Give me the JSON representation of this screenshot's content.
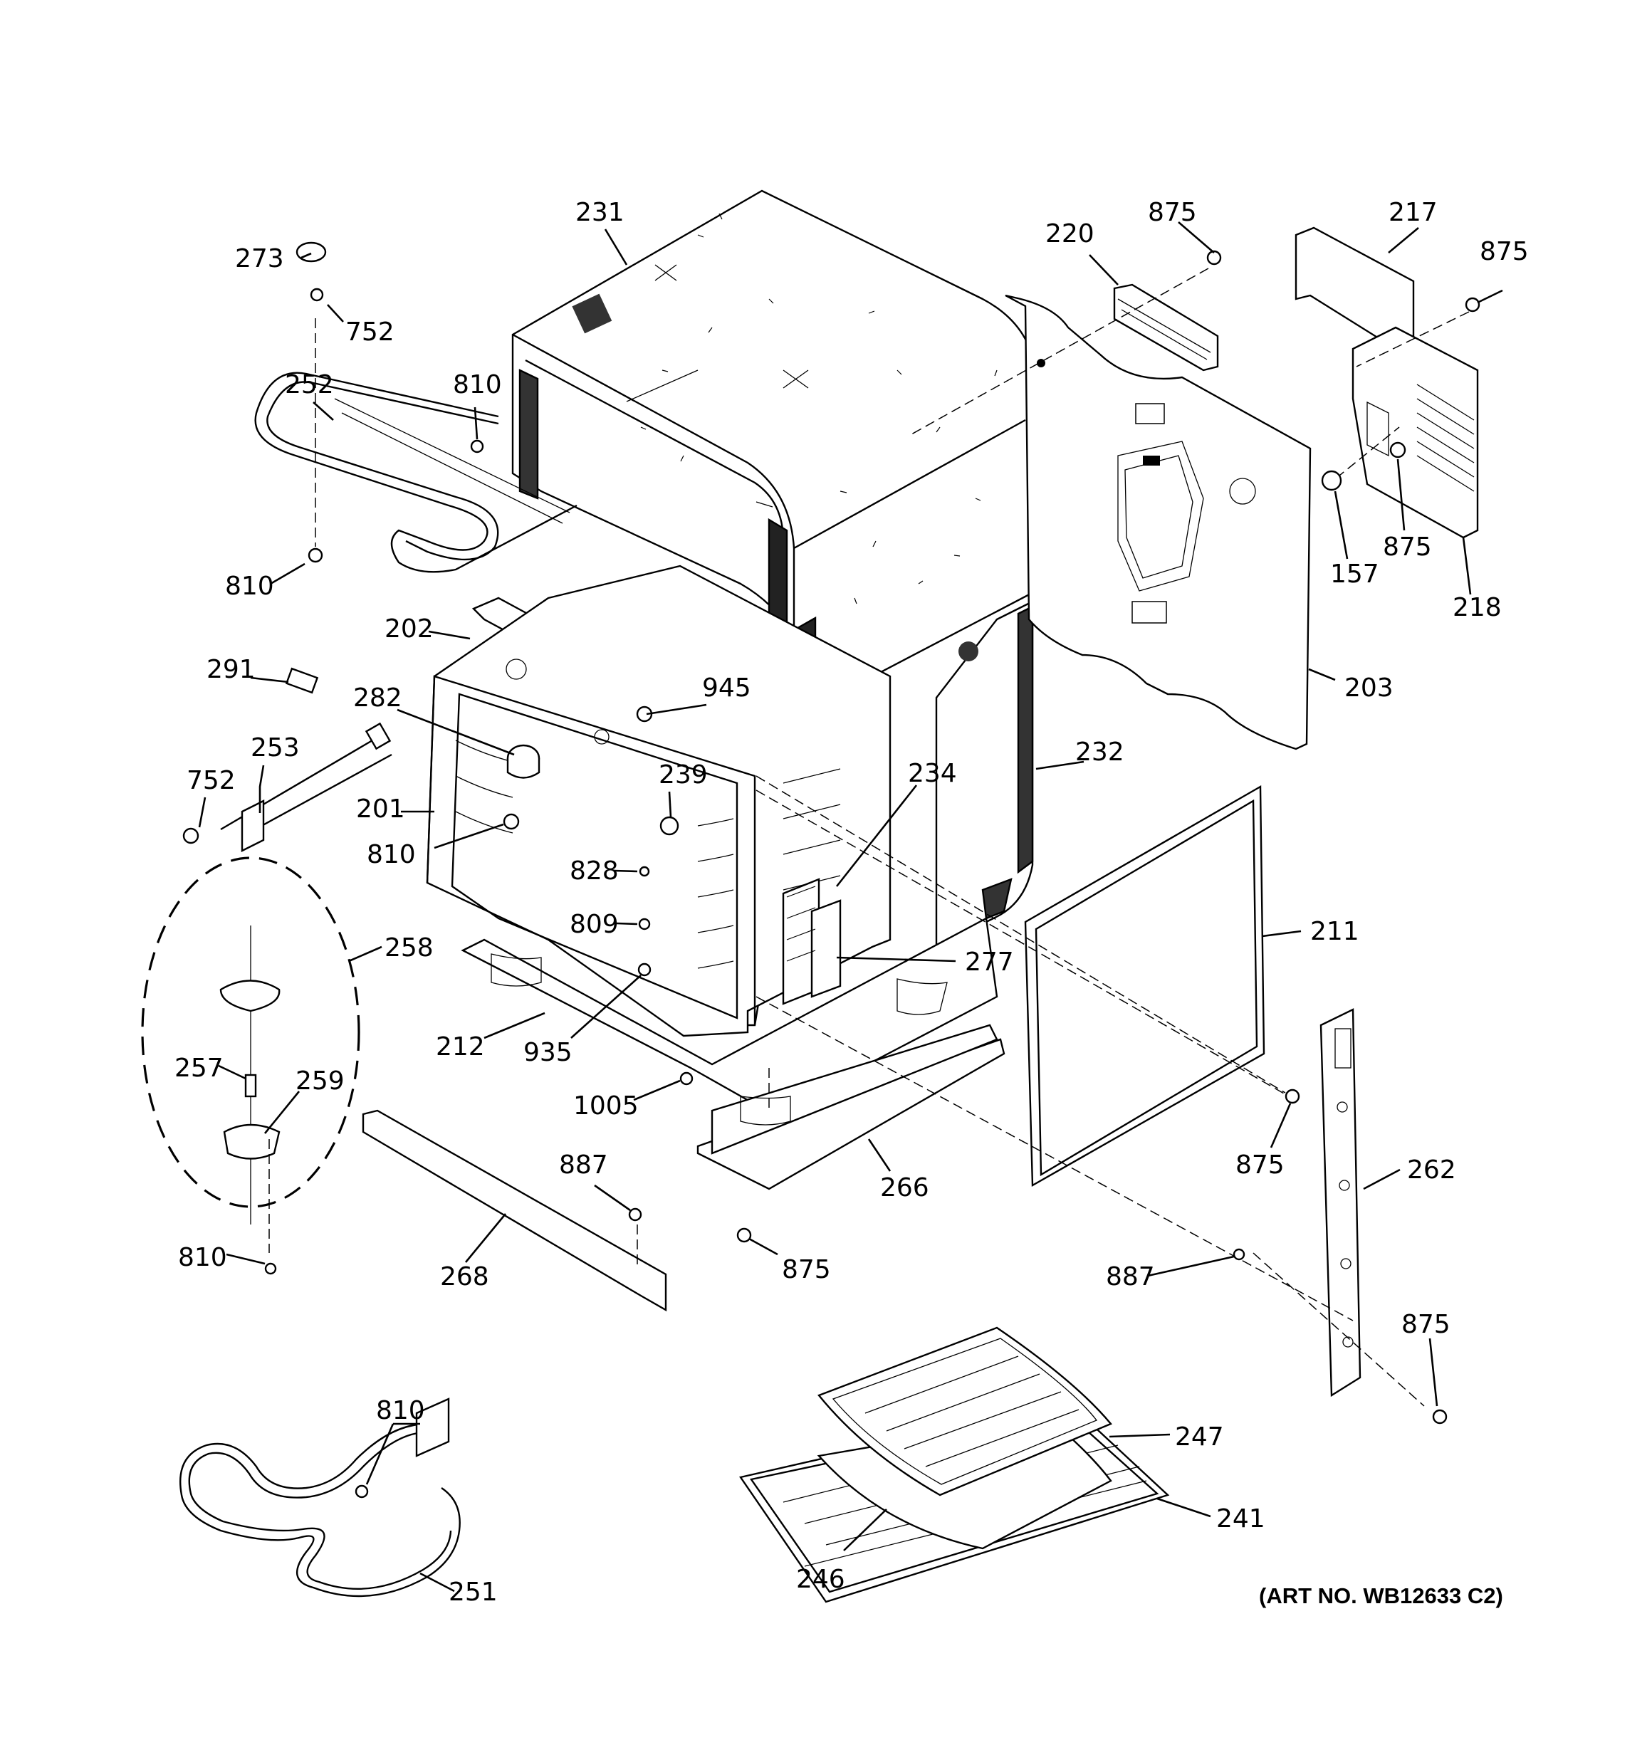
{
  "diagram": {
    "art_number": "(ART NO. WB12633 C2)",
    "callouts": {
      "c231": "231",
      "c220": "220",
      "c875a": "875",
      "c217": "217",
      "c875b": "875",
      "c273": "273",
      "c752a": "752",
      "c252": "252",
      "c810a": "810",
      "c157": "157",
      "c875c": "875",
      "c218": "218",
      "c810b": "810",
      "c202": "202",
      "c291": "291",
      "c282": "282",
      "c945": "945",
      "c203": "203",
      "c253": "253",
      "c752b": "752",
      "c239": "239",
      "c201": "201",
      "c234": "234",
      "c232": "232",
      "c810c": "810",
      "c828": "828",
      "c211": "211",
      "c809": "809",
      "c258": "258",
      "c277": "277",
      "c212": "212",
      "c935": "935",
      "c257": "257",
      "c259": "259",
      "c1005": "1005",
      "c875d": "875",
      "c262": "262",
      "c887a": "887",
      "c266": "266",
      "c810d": "810",
      "c268": "268",
      "c875e": "875",
      "c887b": "887",
      "c875f": "875",
      "c810e": "810",
      "c247": "247",
      "c241": "241",
      "c246": "246",
      "c251": "251"
    }
  }
}
